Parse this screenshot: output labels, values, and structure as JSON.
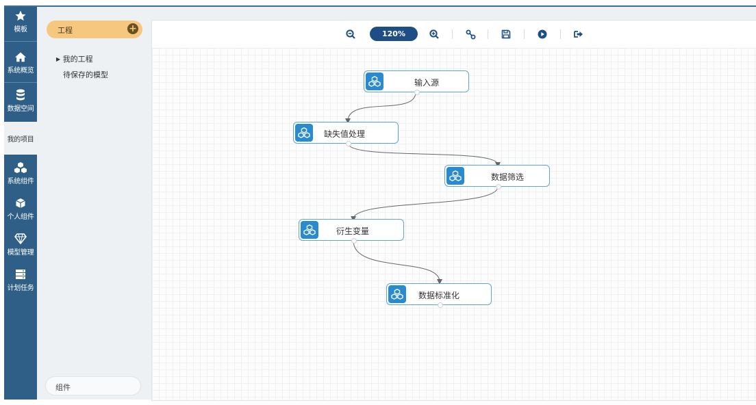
{
  "nav": {
    "items": [
      {
        "label": "模板",
        "icon": "star-icon"
      },
      {
        "label": "系统概览",
        "icon": "home-icon"
      },
      {
        "label": "数据空间",
        "icon": "database-icon"
      },
      {
        "label": "我的项目",
        "icon": ""
      },
      {
        "label": "系统组件",
        "icon": "cubes-icon"
      },
      {
        "label": "个人组件",
        "icon": "cube-icon"
      },
      {
        "label": "模型管理",
        "icon": "diamond-icon"
      },
      {
        "label": "计划任务",
        "icon": "server-icon"
      }
    ],
    "active_index": 3
  },
  "panel": {
    "header": "工程",
    "tree": [
      {
        "label": "我的工程",
        "expandable": true
      },
      {
        "label": "待保存的模型",
        "expandable": false
      }
    ],
    "bottom": "组件"
  },
  "toolbar": {
    "zoom": "120%",
    "buttons": [
      "zoom-out-icon",
      "zoom-in-icon",
      "link-icon",
      "save-icon",
      "run-icon",
      "export-icon"
    ]
  },
  "flow": {
    "nodes": [
      {
        "label": "输入源"
      },
      {
        "label": "缺失值处理"
      },
      {
        "label": "数据筛选"
      },
      {
        "label": "衍生变量"
      },
      {
        "label": "数据标准化"
      }
    ]
  },
  "colors": {
    "nav_bg": "#2f5f86",
    "accent_pill": "#f6c77f",
    "node_border": "#5aa5dc",
    "node_icon_bg": "#2a8ad0",
    "zoom_bg": "#1f4e86"
  }
}
